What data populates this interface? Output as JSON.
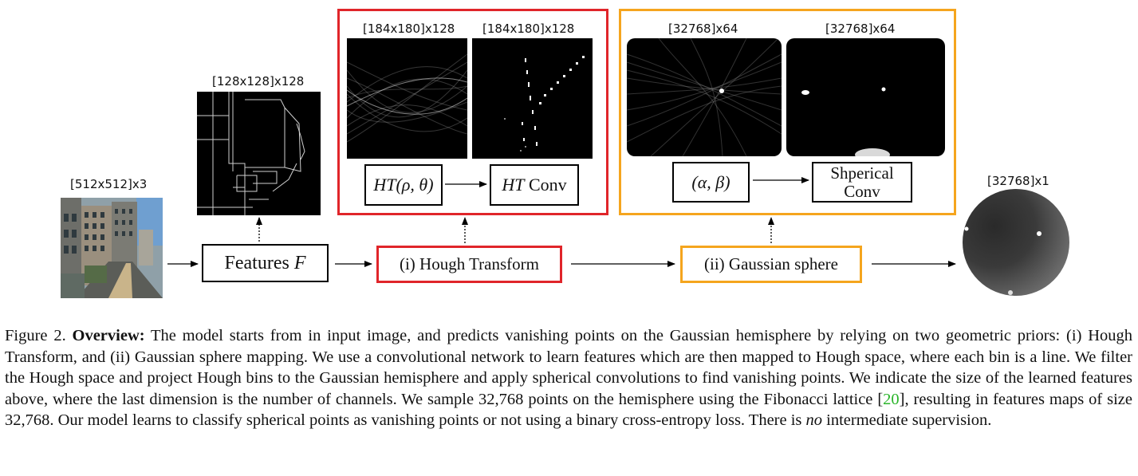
{
  "dims": {
    "input": "[512x512]x3",
    "features": "[128x128]x128",
    "hough1": "[184x180]x128",
    "hough2": "[184x180]x128",
    "sphere1": "[32768]x64",
    "sphere2": "[32768]x64",
    "output": "[32768]x1"
  },
  "boxes": {
    "features_label": "Features",
    "features_var": "F",
    "hough_label": "(i) Hough Transform",
    "gaussian_label": "(ii) Gaussian sphere",
    "ht_func": "HT",
    "ht_args": "(ρ, θ)",
    "ht_conv_var": "HT",
    "ht_conv_label": "Conv",
    "alpha_beta": "(α, β)",
    "spherical_line1": "Shperical",
    "spherical_line2": "Conv"
  },
  "caption": {
    "figure_label": "Figure 2.",
    "bold": "Overview:",
    "text1": "The model starts from in input image, and predicts vanishing points on the Gaussian hemisphere by relying on two geometric priors: (i) Hough Transform, and (ii) Gaussian sphere mapping. We use a convolutional network to learn features which are then mapped to Hough space, where each bin is a line. We filter the Hough space and project Hough bins to the Gaussian hemisphere and apply spherical convolutions to find vanishing points. We indicate the size of the learned features above, where the last dimension is the number of channels. We sample 32,768 points on the hemisphere using the Fibonacci lattice [",
    "ref": "20",
    "text2": "], resulting in features maps of size 32,768. Our model learns to classify spherical points as vanishing points or not using a binary cross-entropy loss. There is",
    "emph": "no",
    "text3": "intermediate supervision."
  },
  "colors": {
    "hough_frame": "#e0252a",
    "gaussian_frame": "#f5a51e",
    "citation": "#2ab52a"
  }
}
